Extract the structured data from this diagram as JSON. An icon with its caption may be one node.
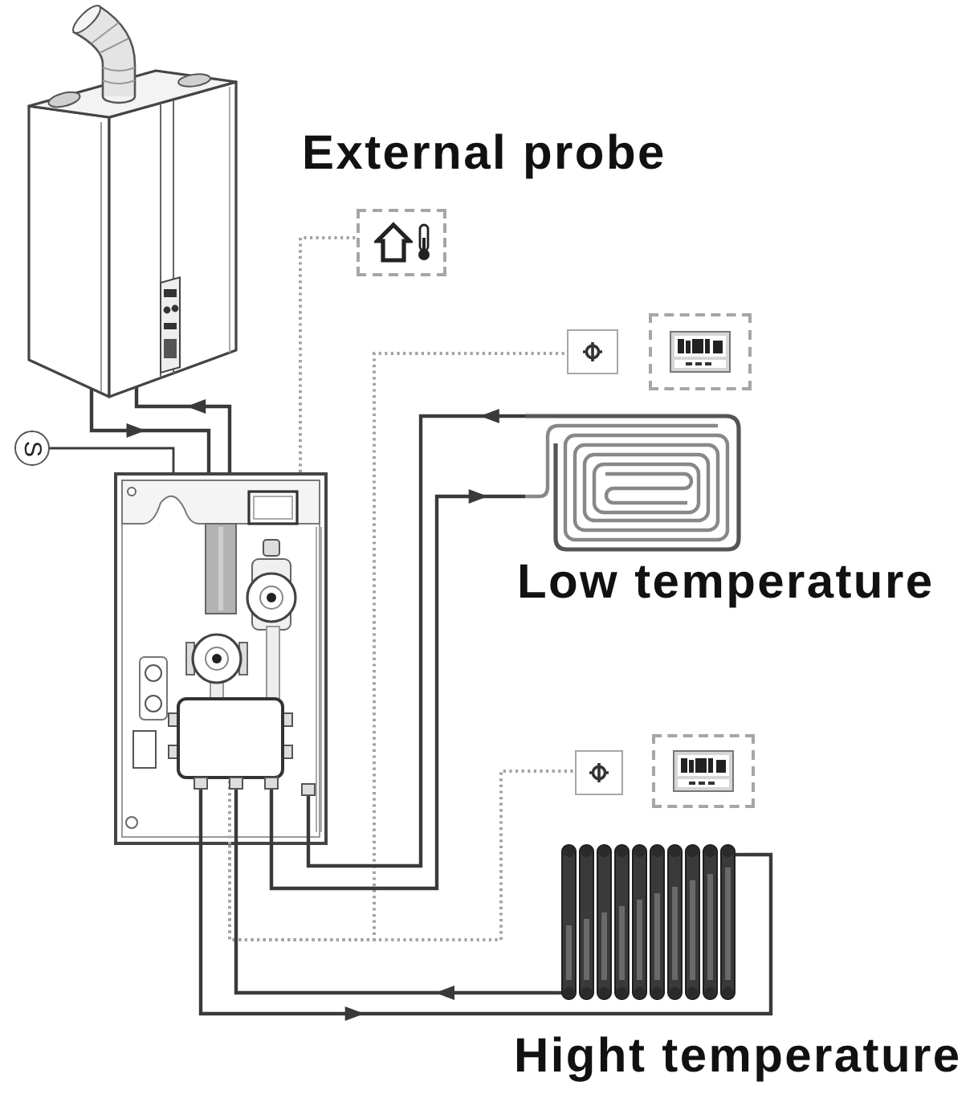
{
  "diagram": {
    "nodes": [
      {
        "text": [],
        "shape": "picture"
      },
      {
        "text": [],
        "shape": "box",
        "beside": [
          "External probe"
        ]
      },
      {
        "text": [],
        "shape": "box"
      },
      {
        "text": [],
        "shape": "box"
      },
      {
        "text": [
          "S"
        ]
      },
      {
        "text": [],
        "shape": "picture"
      },
      {
        "text": [],
        "shape": "picture",
        "beside": [
          "Low temperature"
        ]
      },
      {
        "text": [],
        "shape": "box"
      },
      {
        "text": [],
        "shape": "box"
      },
      {
        "text": [],
        "shape": "picture",
        "beside": [
          "Hight temperature"
        ]
      }
    ],
    "edges": [
      {
        "from": 0,
        "to": 5,
        "arrow": "to"
      },
      {
        "from": 5,
        "to": 0,
        "arrow": "to"
      },
      {
        "from": 4,
        "to": 5,
        "arrow": "none"
      },
      {
        "from": 5,
        "to": 1,
        "arrow": "none",
        "style": "dashed",
        "color": "#a3a3a3"
      },
      {
        "from": 5,
        "to": 2,
        "arrow": "none",
        "style": "dashed",
        "color": "#a3a3a3"
      },
      {
        "from": 5,
        "to": 7,
        "arrow": "none",
        "style": "dashed",
        "color": "#a3a3a3"
      },
      {
        "from": 5,
        "to": 6,
        "arrow": "to"
      },
      {
        "from": 6,
        "to": 5,
        "arrow": "to"
      },
      {
        "from": 5,
        "to": 9,
        "arrow": "to"
      },
      {
        "from": 9,
        "to": 5,
        "arrow": "to"
      }
    ]
  }
}
